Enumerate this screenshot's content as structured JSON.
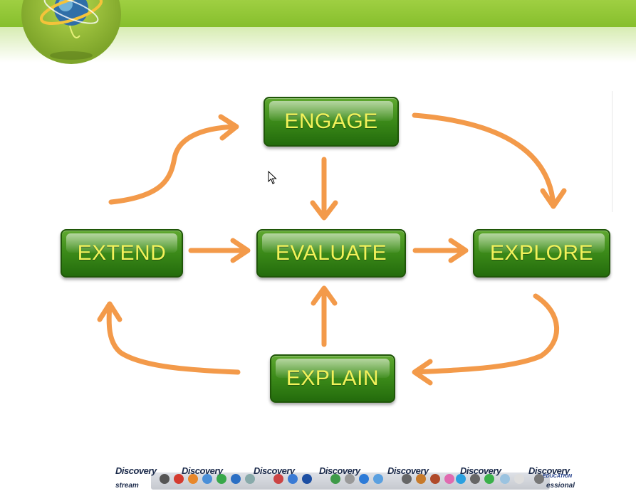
{
  "stages": {
    "engage": "ENGAGE",
    "extend": "EXTEND",
    "evaluate": "EVALUATE",
    "explore": "EXPLORE",
    "explain": "EXPLAIN"
  },
  "dock": {
    "brand": "Discovery",
    "sub_left": "stream",
    "sub_right": "essional",
    "sub_edu": "EDUCATION"
  },
  "colors": {
    "arrow": "#f39a4a",
    "box": "#3d8c1a",
    "label": "#f2f25a",
    "banner": "#95c83a"
  }
}
